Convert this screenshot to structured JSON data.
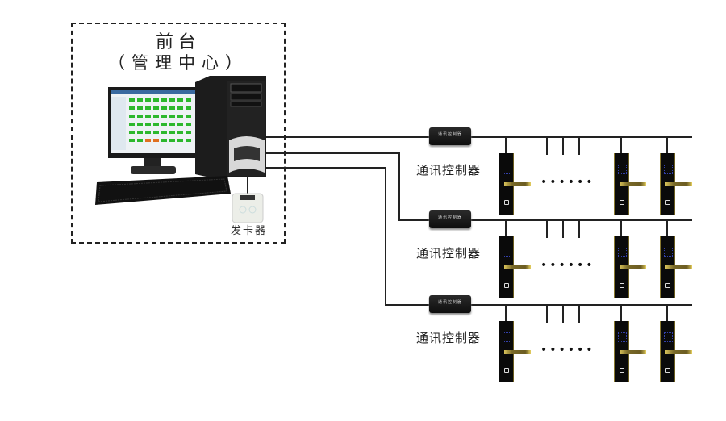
{
  "diagram": {
    "front_desk": {
      "title": "前台",
      "subtitle": "（管理中心）"
    },
    "card_issuer_label": "发卡器",
    "controllers": [
      {
        "label": "通讯控制器",
        "box_text": "通讯控制器"
      },
      {
        "label": "通讯控制器",
        "box_text": "通讯控制器"
      },
      {
        "label": "通讯控制器",
        "box_text": "通讯控制器"
      }
    ],
    "ellipsis": "••••••",
    "colors": {
      "line": "#222222",
      "lock_body": "#0a0a0a",
      "handle_gold": "#c8b048",
      "screen_green": "#2db82d",
      "screen_orange": "#e07020"
    }
  }
}
